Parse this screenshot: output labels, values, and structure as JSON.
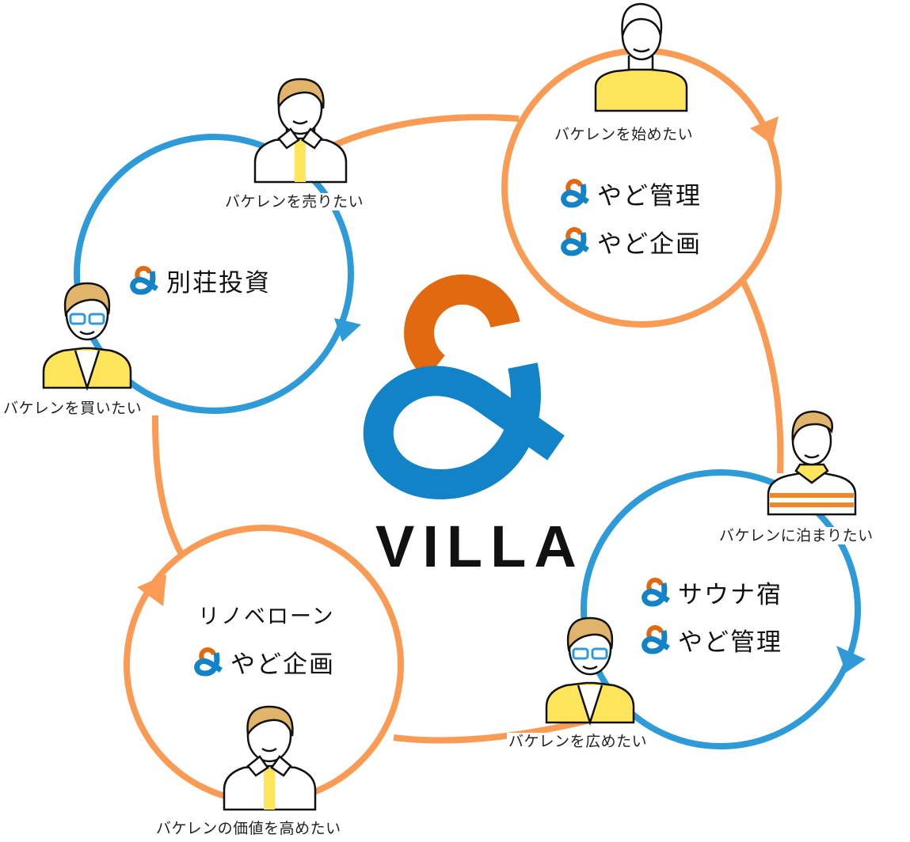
{
  "colors": {
    "orange_line": "#F99B55",
    "blue_line": "#2E9BD8",
    "logo_orange": "#E2690F",
    "logo_blue": "#1283C7",
    "shirt_yellow": "#FFE55C",
    "hair": "#E0B56B",
    "stripe_orange": "#F0862A"
  },
  "logo": {
    "icon": "ampersand-logo-icon",
    "wordmark": "VILLA"
  },
  "cycles": [
    {
      "id": "investment",
      "ring_color": "blue",
      "services": [
        {
          "icon": "ampersand-icon",
          "label": "別荘投資"
        }
      ]
    },
    {
      "id": "start",
      "ring_color": "orange",
      "services": [
        {
          "icon": "ampersand-icon",
          "label": "やど管理"
        },
        {
          "icon": "ampersand-icon",
          "label": "やど企画"
        }
      ]
    },
    {
      "id": "stay",
      "ring_color": "blue",
      "services": [
        {
          "icon": "ampersand-icon",
          "label": "サウナ宿"
        },
        {
          "icon": "ampersand-icon",
          "label": "やど管理"
        }
      ]
    },
    {
      "id": "value",
      "ring_color": "orange",
      "plain_label": "リノベローン",
      "services": [
        {
          "icon": "ampersand-icon",
          "label": "やど企画"
        }
      ]
    }
  ],
  "personas": [
    {
      "id": "sell",
      "label": "バケレンを売りたい",
      "icon": "person-white-shirt-icon"
    },
    {
      "id": "buy",
      "label": "バケレンを買いたい",
      "icon": "person-glasses-jacket-icon"
    },
    {
      "id": "start",
      "label": "バケレンを始めたい",
      "icon": "person-yellow-shirt-icon"
    },
    {
      "id": "stay",
      "label": "バケレンに泊まりたい",
      "icon": "person-striped-shirt-icon"
    },
    {
      "id": "spread",
      "label": "バケレンを広めたい",
      "icon": "person-glasses-jacket-icon"
    },
    {
      "id": "value",
      "label": "バケレンの価値を高めたい",
      "icon": "person-white-shirt-icon"
    }
  ]
}
